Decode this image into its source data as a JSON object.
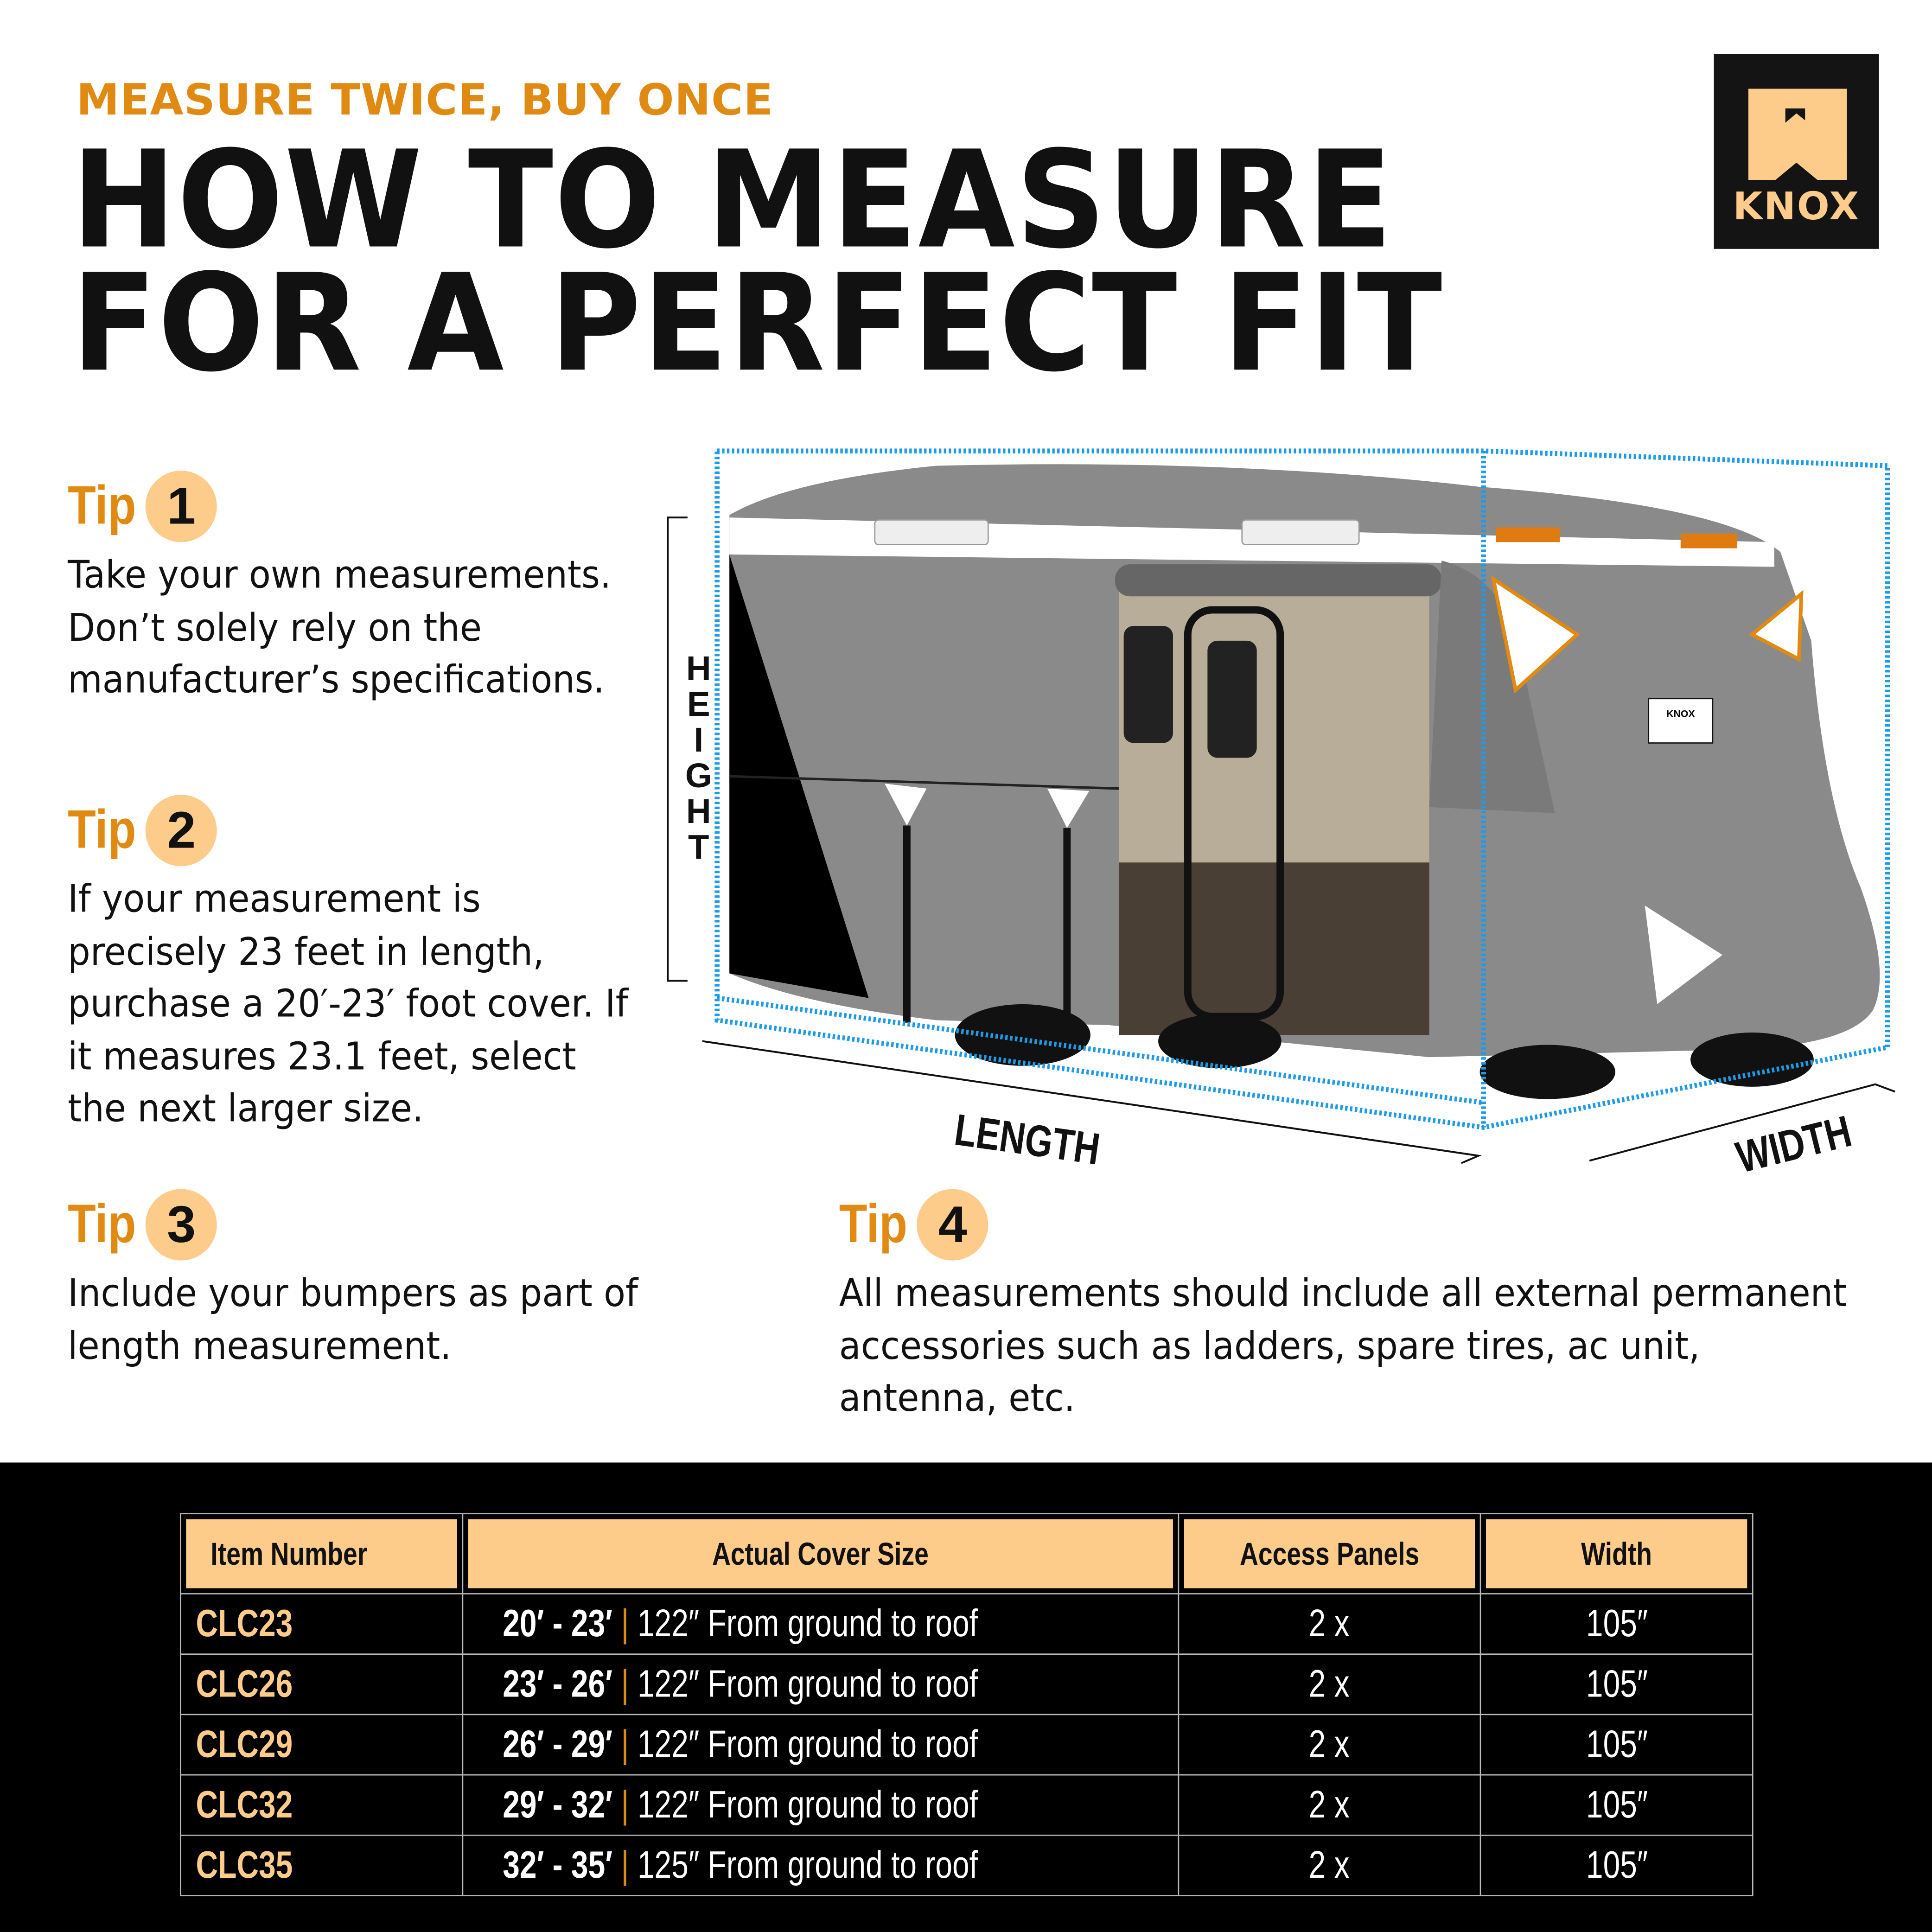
{
  "header": {
    "kicker": "MEASURE TWICE, BUY ONCE",
    "title_line1": "HOW TO MEASURE",
    "title_line2": "FOR A PERFECT FIT",
    "logo_text": "KNOX"
  },
  "colors": {
    "accent": "#e08a12",
    "peach": "#fdcb8a",
    "dark": "#111111",
    "dimension_box": "#1e9be8"
  },
  "tips": [
    {
      "label": "Tip",
      "number": "1",
      "text": "Take your own measurements. Don’t solely rely on the manufacturer’s specifications."
    },
    {
      "label": "Tip",
      "number": "2",
      "text": "If your measurement is precisely 23 feet in length, purchase a 20′-23′ foot cover. If it measures 23.1 feet, select the next larger size."
    },
    {
      "label": "Tip",
      "number": "3",
      "text": "Include your bumpers as part of length measurement."
    },
    {
      "label": "Tip",
      "number": "4",
      "text": "All measurements should include all external permanent accessories such as ladders, spare tires, ac unit, antenna, etc."
    }
  ],
  "diagram": {
    "height_label": "HEIGHT",
    "length_label": "LENGTH",
    "width_label": "WIDTH",
    "cover_logo": "KNOX"
  },
  "table": {
    "headers": [
      "Item Number",
      "Actual Cover Size",
      "Access Panels",
      "Width"
    ],
    "rows": [
      {
        "item": "CLC23",
        "range": "20′ - 23′",
        "sep": "|",
        "height": "122″ From ground to roof",
        "panels": "2 x",
        "width": "105″"
      },
      {
        "item": "CLC26",
        "range": "23′ - 26′",
        "sep": "|",
        "height": "122″ From ground to roof",
        "panels": "2 x",
        "width": "105″"
      },
      {
        "item": "CLC29",
        "range": "26′ - 29′",
        "sep": "|",
        "height": "122″ From ground to roof",
        "panels": "2 x",
        "width": "105″"
      },
      {
        "item": "CLC32",
        "range": "29′ - 32′",
        "sep": "|",
        "height": "122″ From ground to roof",
        "panels": "2 x",
        "width": "105″"
      },
      {
        "item": "CLC35",
        "range": "32′ - 35′",
        "sep": "|",
        "height": "125″ From ground to roof",
        "panels": "2 x",
        "width": "105″"
      }
    ]
  }
}
